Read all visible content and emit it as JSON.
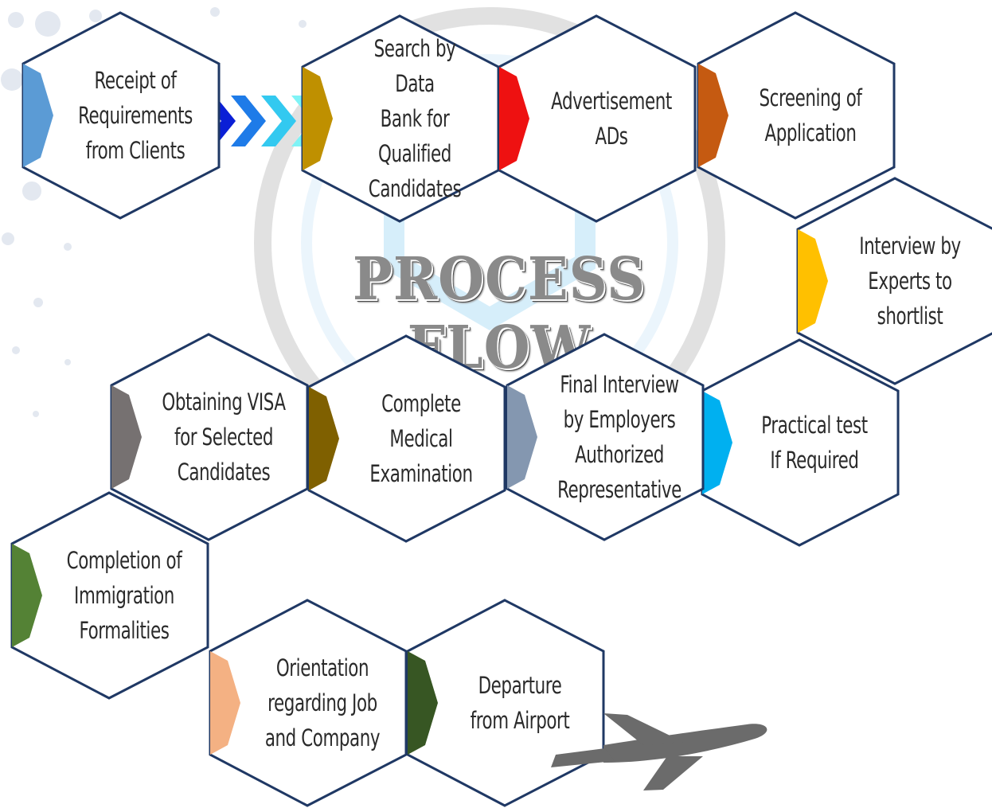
{
  "title": "PROCESS FLOW",
  "steps": [
    {
      "id": 1,
      "lines": [
        "Receipt of",
        "Requirements",
        "from Clients"
      ],
      "accent": "#5b9bd5"
    },
    {
      "id": 2,
      "lines": [
        "Search by Data",
        "Bank for",
        "Qualified",
        "Candidates"
      ],
      "accent": "#bf9000"
    },
    {
      "id": 3,
      "lines": [
        "Advertisement",
        "ADs"
      ],
      "accent": "#ee1111"
    },
    {
      "id": 4,
      "lines": [
        "Screening of",
        "Application"
      ],
      "accent": "#c55a11"
    },
    {
      "id": 5,
      "lines": [
        "Interview by",
        "Experts to",
        "shortlist"
      ],
      "accent": "#ffc000"
    },
    {
      "id": 6,
      "lines": [
        "Practical test",
        "If Required"
      ],
      "accent": "#00b0f0"
    },
    {
      "id": 7,
      "lines": [
        "Final Interview",
        "by Employers",
        "Authorized",
        "Representative"
      ],
      "accent": "#8497b0"
    },
    {
      "id": 8,
      "lines": [
        "Complete",
        "Medical",
        "Examination"
      ],
      "accent": "#7f6000"
    },
    {
      "id": 9,
      "lines": [
        "Obtaining VISA",
        "for Selected",
        "Candidates"
      ],
      "accent": "#767171"
    },
    {
      "id": 10,
      "lines": [
        "Completion of",
        "Immigration",
        "Formalities"
      ],
      "accent": "#548235"
    },
    {
      "id": 11,
      "lines": [
        "Orientation",
        "regarding Job",
        "and Company"
      ],
      "accent": "#f4b183"
    },
    {
      "id": 12,
      "lines": [
        "Departure",
        "from Airport"
      ],
      "accent": "#375623"
    }
  ],
  "colors": {
    "hex_border": "#1f3864",
    "chevrons": [
      "#0a1fd6",
      "#1e7be8",
      "#33c9f0",
      "#7ff3f6"
    ],
    "plane": "#6b6b6b"
  },
  "icons": {
    "arrow": "chevron-right-icon",
    "plane": "airplane-icon"
  }
}
